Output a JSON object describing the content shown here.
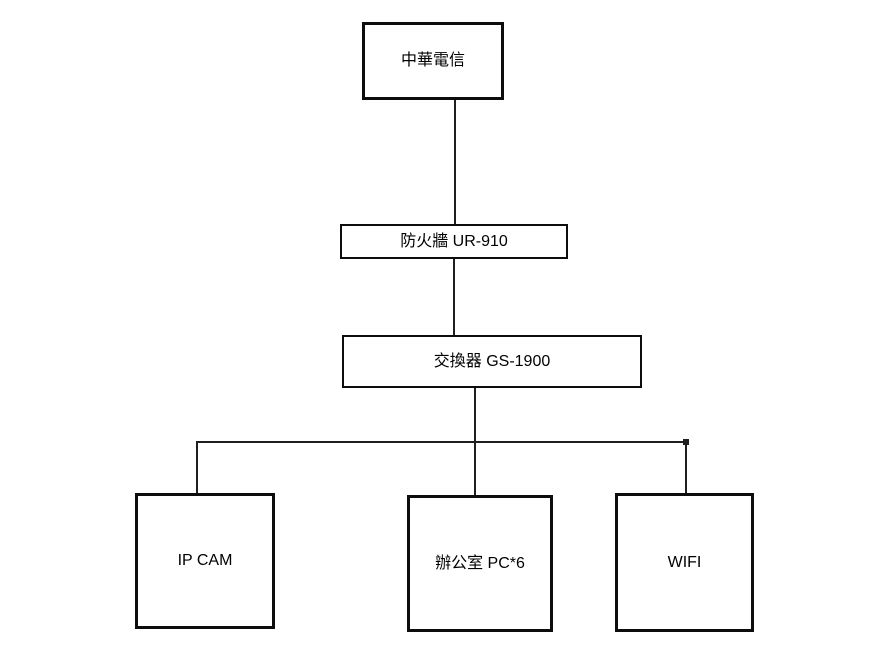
{
  "diagram": {
    "nodes": {
      "isp": {
        "label": "中華電信"
      },
      "firewall": {
        "label": "防火牆 UR-910"
      },
      "switch": {
        "label": "交換器 GS-1900"
      },
      "ipcam": {
        "label": "IP CAM"
      },
      "office_pc": {
        "label": "辦公室 PC*6"
      },
      "wifi": {
        "label": "WIFI"
      }
    },
    "connections": [
      {
        "from": "中華電信",
        "to": "防火牆 UR-910"
      },
      {
        "from": "防火牆 UR-910",
        "to": "交換器 GS-1900"
      },
      {
        "from": "交換器 GS-1900",
        "to": "IP CAM"
      },
      {
        "from": "交換器 GS-1900",
        "to": "辦公室 PC*6"
      },
      {
        "from": "交換器 GS-1900",
        "to": "WIFI"
      }
    ],
    "colors": {
      "line": "#1f1f1f",
      "border": "#0d0d0d",
      "background": "#ffffff",
      "text": "#000000"
    }
  }
}
